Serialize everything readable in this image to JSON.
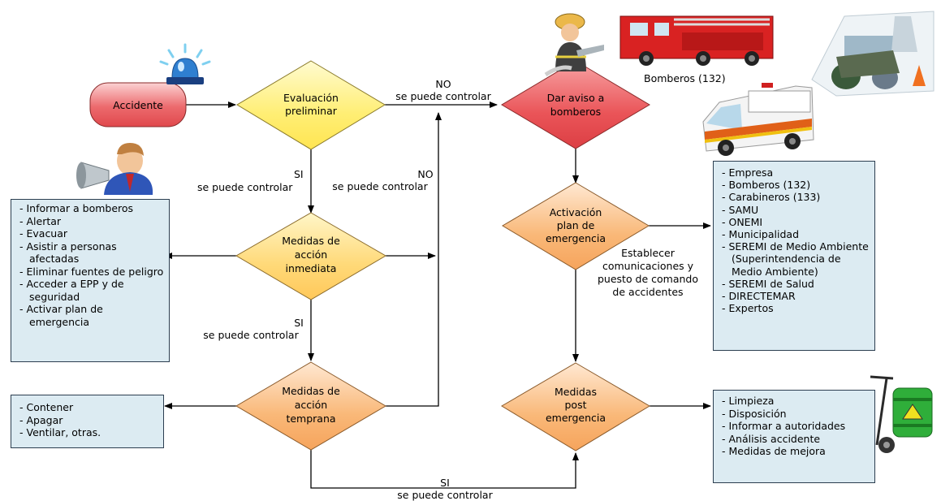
{
  "nodes": {
    "accidente": "Accidente",
    "evaluacion": [
      "Evaluación",
      "preliminar"
    ],
    "inmediata": [
      "Medidas de",
      "acción",
      "inmediata"
    ],
    "temprana": [
      "Medidas de",
      "acción",
      "temprana"
    ],
    "aviso": [
      "Dar aviso a",
      "bomberos"
    ],
    "activacion": [
      "Activación",
      "plan de",
      "emergencia"
    ],
    "post": [
      "Medidas",
      "post",
      "emergencia"
    ]
  },
  "edge_labels": {
    "no_top": [
      "NO",
      "se puede controlar"
    ],
    "si_1": [
      "SI",
      "se puede controlar"
    ],
    "no_mid": [
      "NO",
      "se puede controlar"
    ],
    "si_2": [
      "SI",
      "se puede controlar"
    ],
    "si_bottom": [
      "SI",
      "se puede controlar"
    ],
    "establecer": [
      "Establecer",
      "comunicaciones y",
      "puesto de comando",
      "de accidentes"
    ]
  },
  "boxes": {
    "inmediata_actions": [
      "Informar a bomberos",
      "Alertar",
      "Evacuar",
      "Asistir a personas afectadas",
      "Eliminar fuentes de peligro",
      "Acceder a EPP y de seguridad",
      "Activar plan de emergencia"
    ],
    "temprana_actions": [
      "Contener",
      "Apagar",
      "Ventilar, otras."
    ],
    "contacts": [
      "Empresa",
      "Bomberos (132)",
      "Carabineros (133)",
      "SAMU",
      "ONEMI",
      "Municipalidad",
      "SEREMI de Medio Ambiente (Superintendencia de Medio Ambiente)",
      "SEREMI de Salud",
      "DIRECTEMAR",
      "Expertos"
    ],
    "post_actions": [
      "Limpieza",
      "Disposición",
      "Informar a autoridades",
      "Análisis accidente",
      "Medidas de mejora"
    ]
  },
  "captions": {
    "bomberos": "Bomberos (132)"
  },
  "icons": [
    "siren-icon",
    "megaphone-person-icon",
    "firefighter-icon",
    "fire-truck-icon",
    "ambulance-icon",
    "emergency-scene-icon",
    "hazard-barrel-cart-icon"
  ],
  "colors": {
    "accidente": "#e8565a",
    "yellow_diamond": "#ffec70",
    "orange_diamond": "#f8b26c",
    "red_diamond": "#e8565a",
    "box_fill": "#dcebf2"
  }
}
